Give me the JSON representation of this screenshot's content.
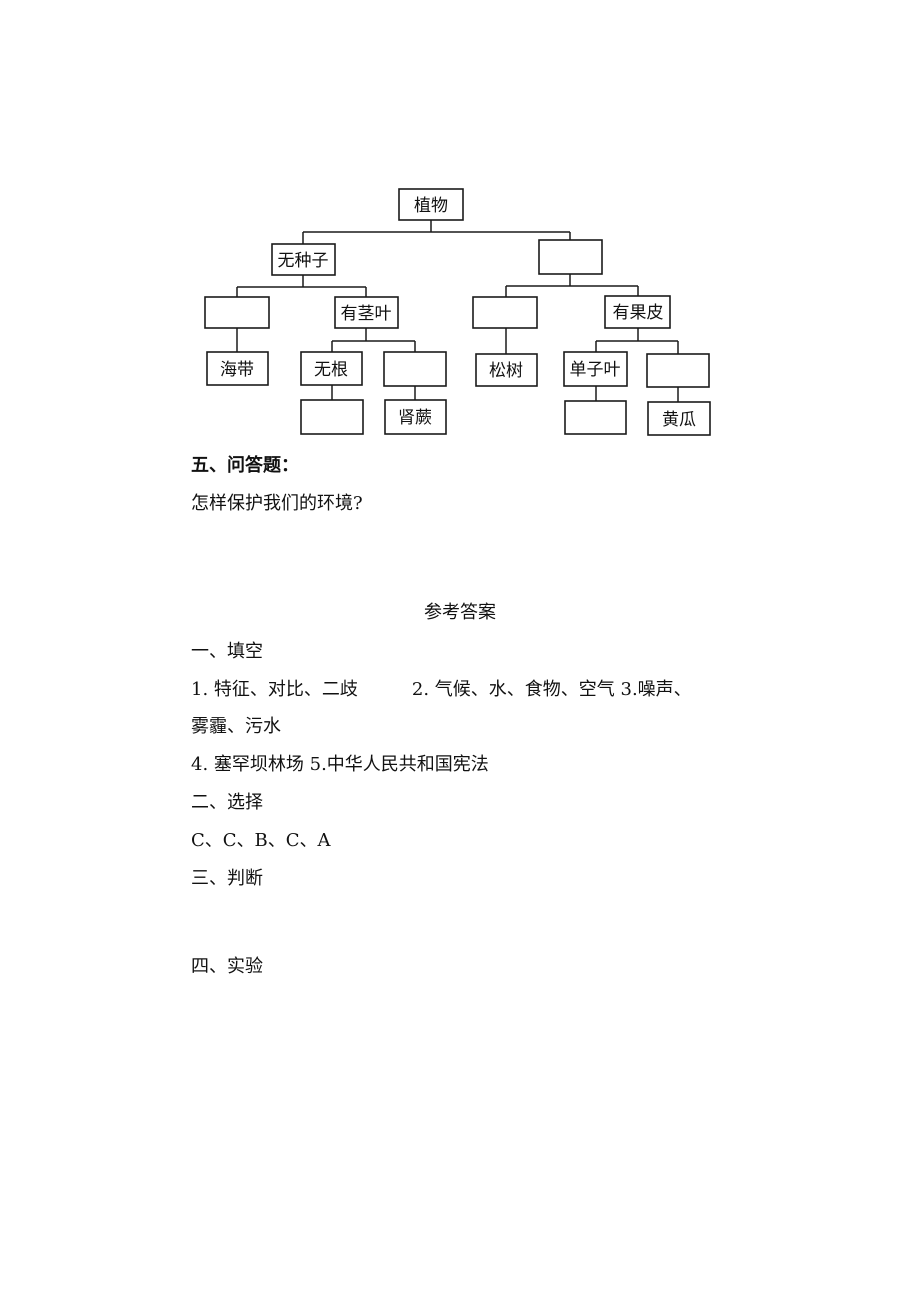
{
  "tree": {
    "root": "植物",
    "no_seed": "无种子",
    "seed_branch": "",
    "blank_a": "",
    "has_stem_leaf": "有茎叶",
    "blank_b": "",
    "has_pericarp": "有果皮",
    "kelp": "海带",
    "no_root": "无根",
    "blank_c": "",
    "pine": "松树",
    "monocot": "单子叶",
    "blank_d": "",
    "blank_e": "",
    "fern": "肾蕨",
    "blank_f": "",
    "cucumber": "黄瓜"
  },
  "section5": {
    "heading": "五、问答题：",
    "question": "怎样保护我们的环境?"
  },
  "answers": {
    "title": "参考答案",
    "fill_heading": "一、填空",
    "fill_line1": "1. 特征、对比、二歧　　　2. 气候、水、食物、空气 3.噪声、",
    "fill_line2": "雾霾、污水",
    "fill_line3": "4. 塞罕坝林场 5.中华人民共和国宪法",
    "choice_heading": "二、选择",
    "choice_answer": "C、C、B、C、A",
    "judge_heading": "三、判断",
    "experiment_heading": "四、实验"
  }
}
